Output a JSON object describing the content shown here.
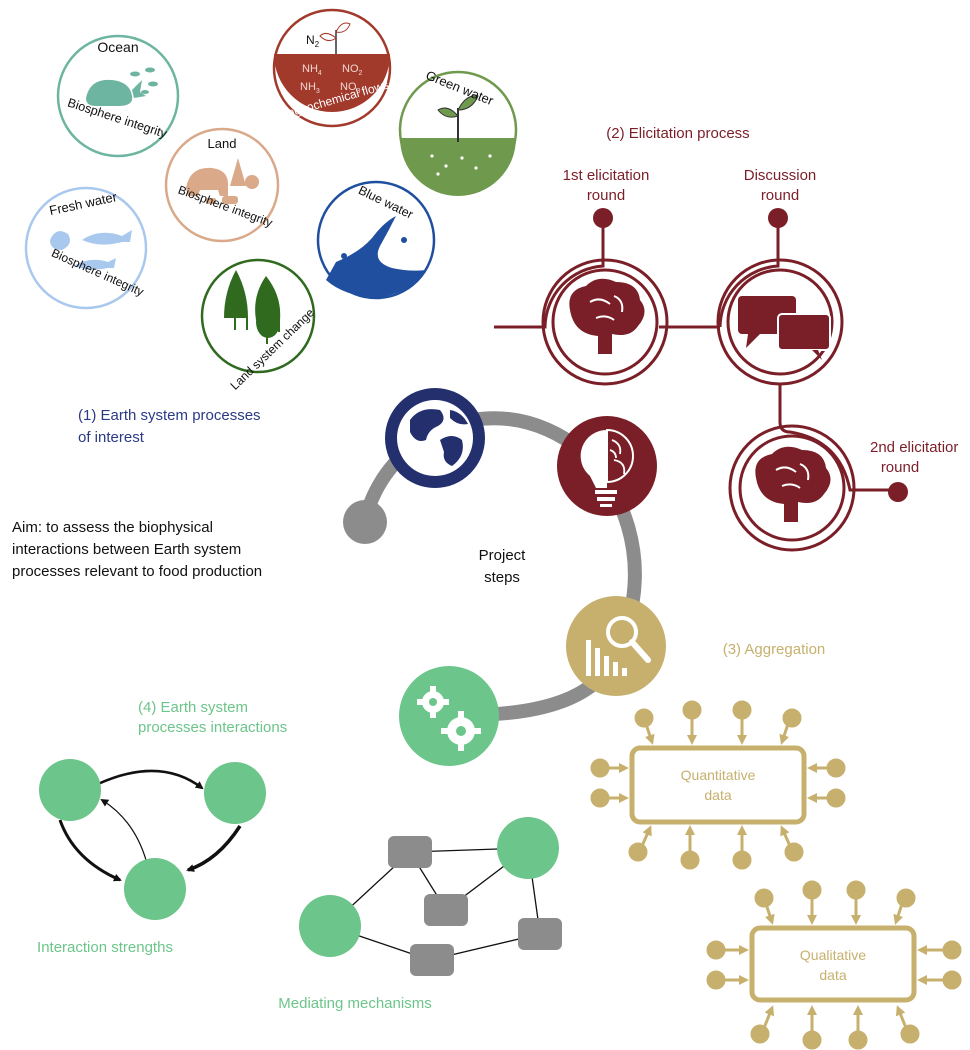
{
  "colors": {
    "ocean": "#6db5a0",
    "land_bio": "#d9a98a",
    "fresh": "#a9c8ee",
    "land_change": "#2f6a1f",
    "blue_water": "#1f4f9e",
    "green_water": "#6f9a4e",
    "biogeo": "#a23a2c",
    "earth_blue": "#24306e",
    "elicitation": "#7a1f28",
    "aggregation": "#c7b06e",
    "interactions": "#6cc58a",
    "gray": "#8c8c8c"
  },
  "processes": {
    "ocean": {
      "title": "Ocean",
      "subtitle": "Biosphere integrity"
    },
    "land": {
      "title": "Land",
      "subtitle": "Biosphere integrity"
    },
    "fresh": {
      "title": "Fresh water",
      "subtitle": "Biosphere integrity"
    },
    "land_change": {
      "title": "Land system change"
    },
    "blue_water": {
      "title": "Blue water"
    },
    "green_water": {
      "title": "Green water"
    },
    "biogeo": {
      "title": "Biogeochemical flows",
      "n2": "N",
      "n2_sub": "2",
      "nh4": "NH",
      "nh4_sub": "4",
      "no2": "NO",
      "no2_sub": "2",
      "nh3": "NH",
      "nh3_sub": "3",
      "no3": "NO",
      "no3_sub": "3"
    }
  },
  "labels": {
    "step1_line1": "(1) Earth system processes",
    "step1_line2": "of interest",
    "aim_line1": "Aim: to assess the biophysical",
    "aim_line2": "interactions between Earth system",
    "aim_line3": "processes relevant to food production",
    "center_line1": "Project",
    "center_line2": "steps",
    "step2": "(2) Elicitation process",
    "round1_line1": "1st elicitation",
    "round1_line2": "round",
    "discussion_line1": "Discussion",
    "discussion_line2": "round",
    "round2_line1": "2nd elicitatior",
    "round2_line2": "round",
    "step3": "(3) Aggregation",
    "quant_line1": "Quantitative",
    "quant_line2": "data",
    "qual_line1": "Qualitative",
    "qual_line2": "data",
    "step4_line1": "(4) Earth system",
    "step4_line2": "processes interactions",
    "interaction_strengths": "Interaction strengths",
    "mediating_mechanisms": "Mediating mechanisms"
  }
}
